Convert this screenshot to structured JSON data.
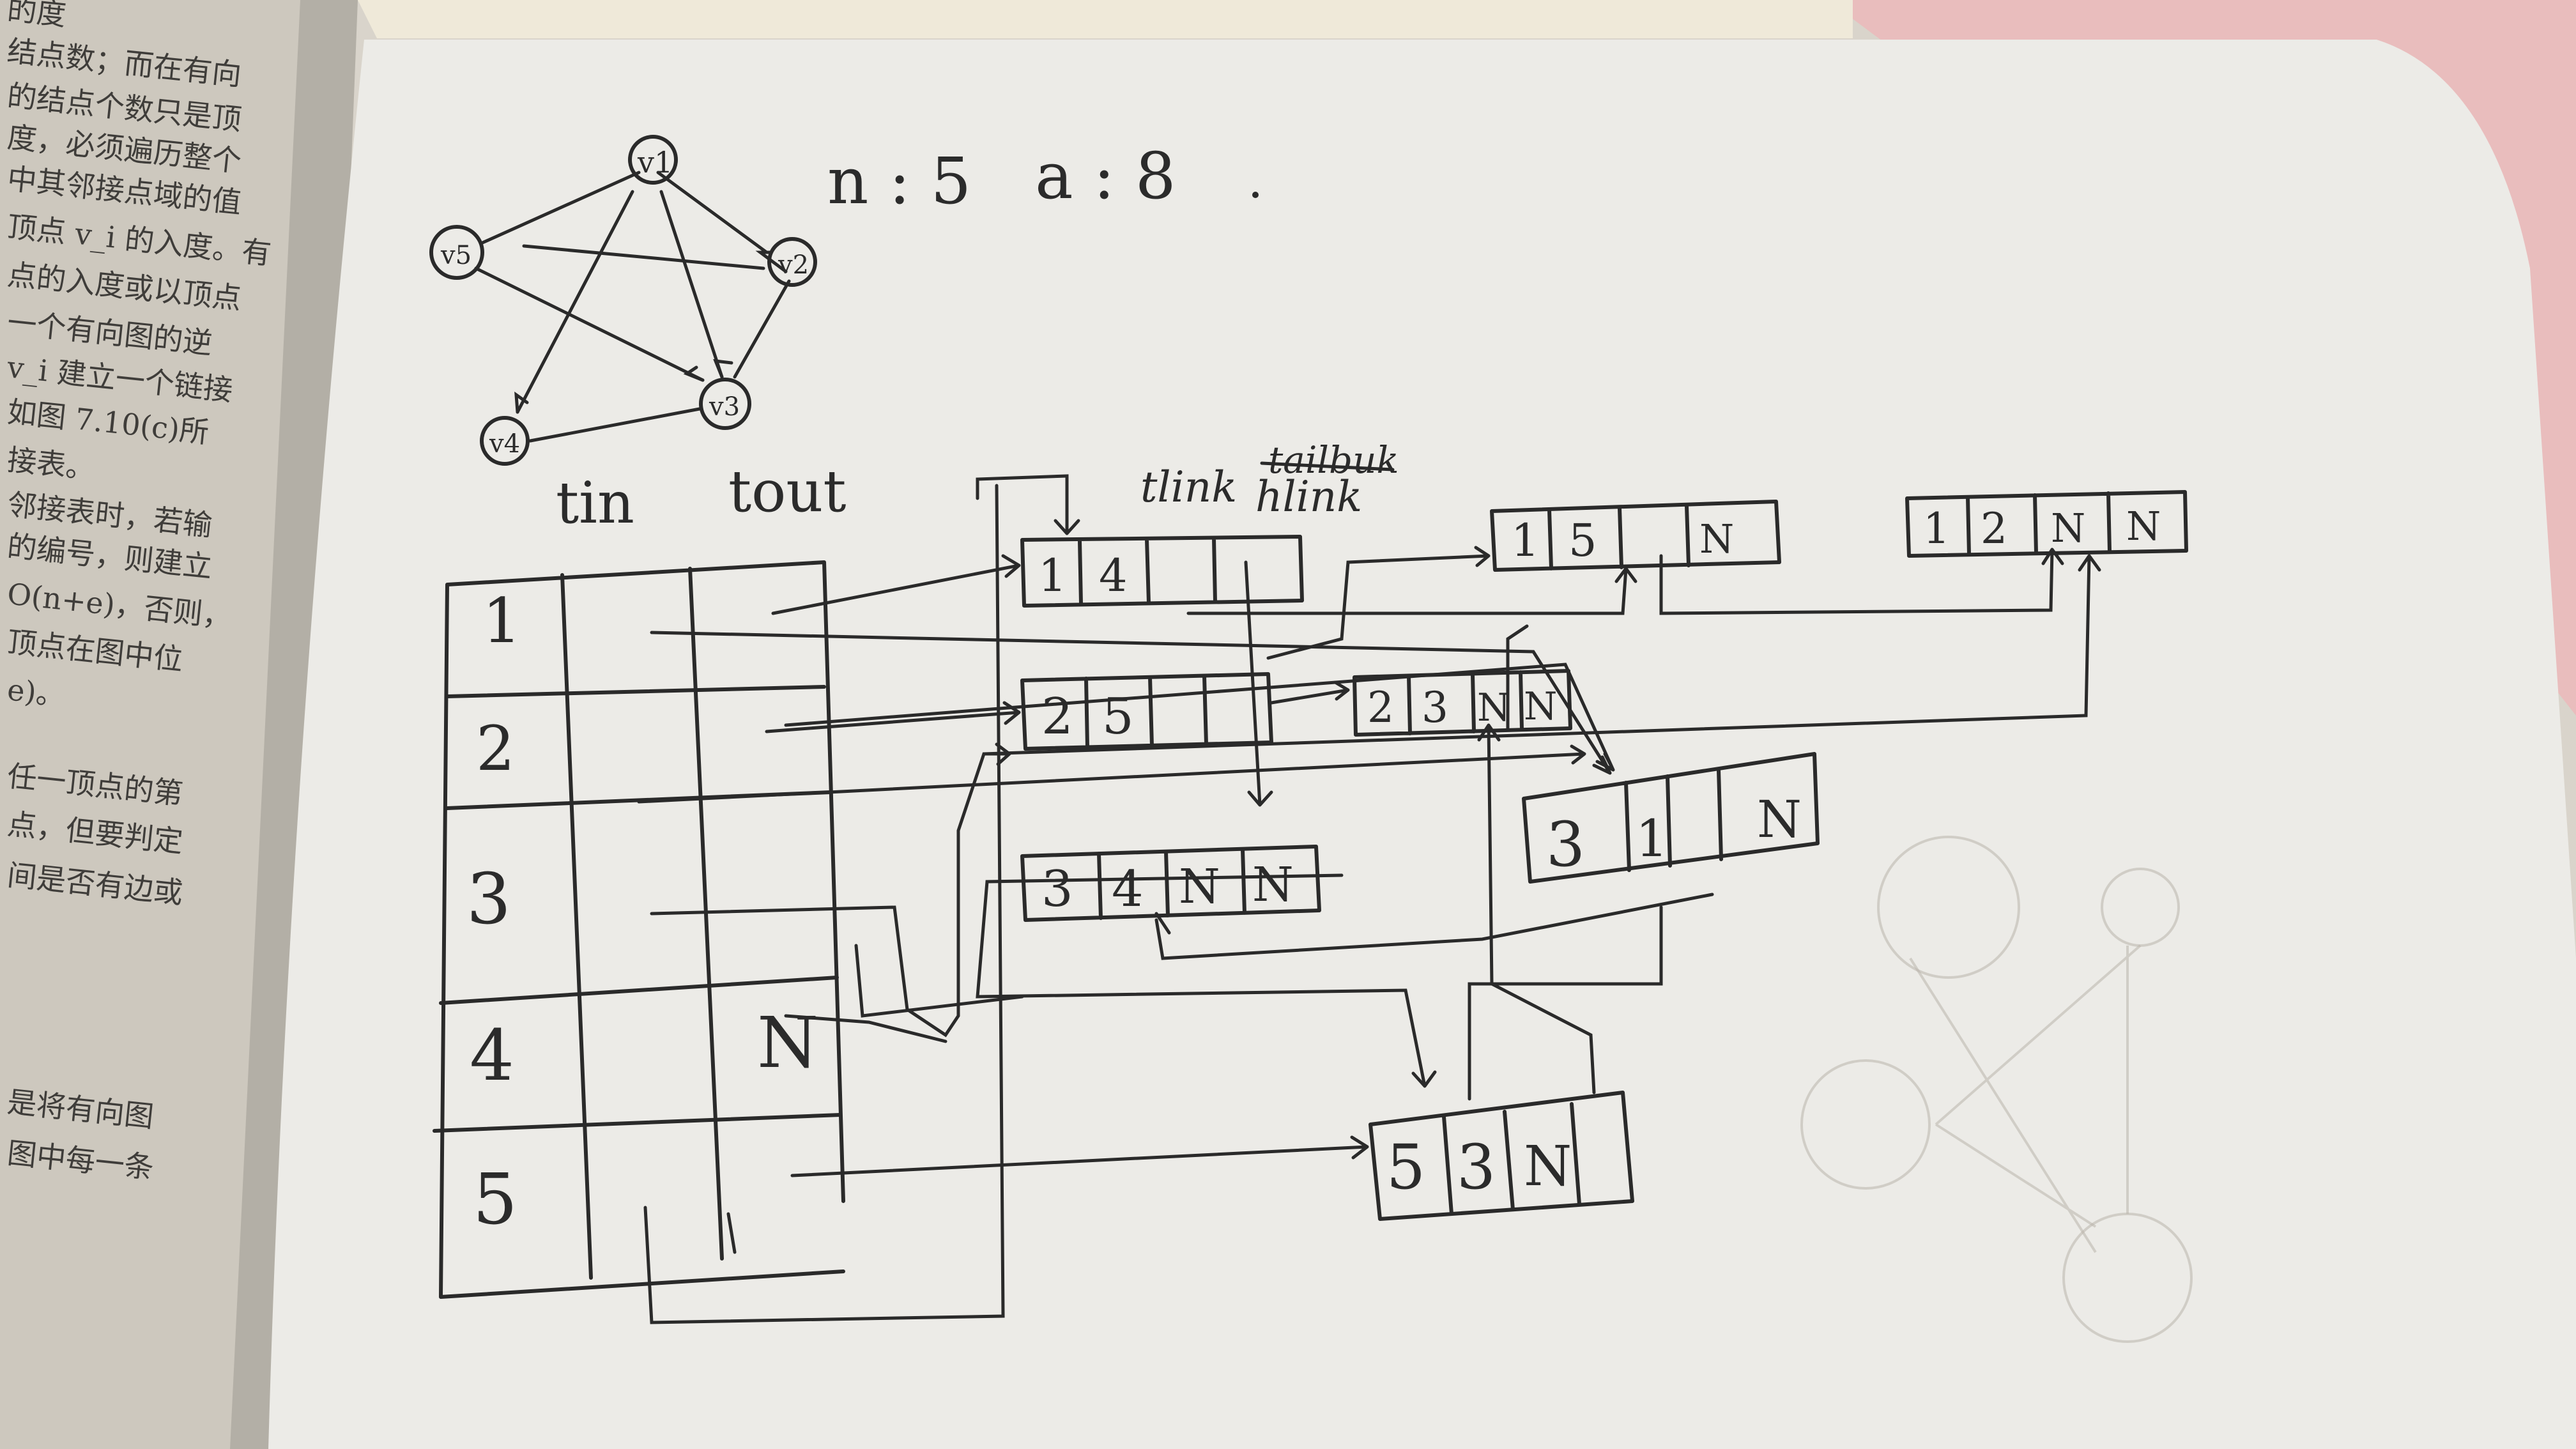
{
  "book_page": {
    "lines": [
      "的度",
      "结点数；而在有向",
      "的结点个数只是顶",
      "度，必须遍历整个",
      "中其邻接点域的值",
      "顶点 v_i 的入度。有",
      "点的入度或以顶点",
      "一个有向图的逆",
      "v_i 建立一个链接",
      "如图 7.10(c)所",
      "接表。",
      "邻接表时，若输",
      "的编号，则建立",
      "O(n+e)，否则，",
      "顶点在图中位",
      "e)。",
      "任一顶点的第",
      "点，但要判定",
      "间是否有边或",
      "是将有向图",
      "图中每一条"
    ]
  },
  "graph": {
    "vertices": [
      "v1",
      "v2",
      "v3",
      "v4",
      "v5"
    ]
  },
  "notes": {
    "n": "n : 5",
    "e": "a : 8"
  },
  "table": {
    "headers": [
      "tin",
      "tout"
    ],
    "rows": [
      {
        "index": "1",
        "tin": "",
        "tout": ""
      },
      {
        "index": "2",
        "tin": "",
        "tout": ""
      },
      {
        "index": "3",
        "tin": "",
        "tout": ""
      },
      {
        "index": "4",
        "tin": "",
        "tout": "N"
      },
      {
        "index": "5",
        "tin": "",
        "tout": ""
      }
    ]
  },
  "field_labels": {
    "tlink": "tlink",
    "struck": "tailbuk",
    "hlink": "hlink"
  },
  "arc_nodes": [
    {
      "id": "14",
      "cells": [
        "1",
        "4",
        "",
        ""
      ]
    },
    {
      "id": "15",
      "cells": [
        "1",
        "5",
        "",
        "N"
      ]
    },
    {
      "id": "12",
      "cells": [
        "1",
        "2",
        "N",
        "N"
      ]
    },
    {
      "id": "25",
      "cells": [
        "2",
        "5",
        "",
        ""
      ]
    },
    {
      "id": "23",
      "cells": [
        "2",
        "3",
        "N",
        "N"
      ]
    },
    {
      "id": "34",
      "cells": [
        "3",
        "4",
        "N",
        "N"
      ]
    },
    {
      "id": "31",
      "cells": [
        "3",
        "1",
        "",
        "N"
      ]
    },
    {
      "id": "53",
      "cells": [
        "5",
        "3",
        "N",
        ""
      ]
    }
  ]
}
